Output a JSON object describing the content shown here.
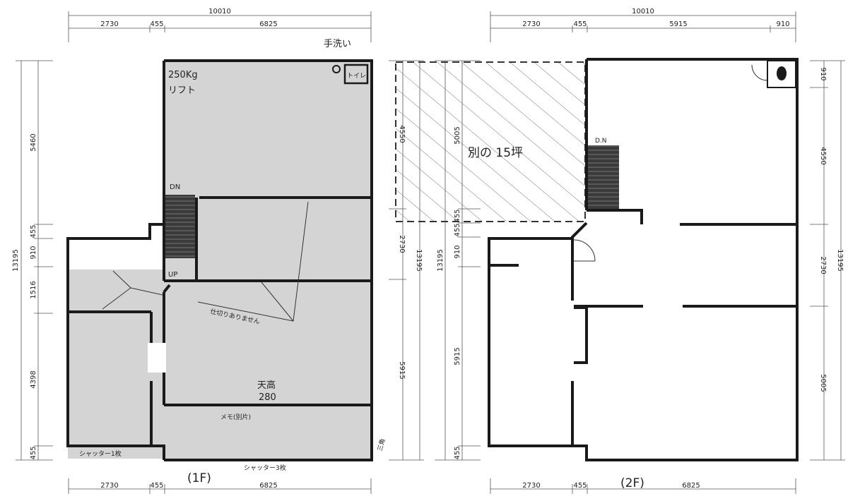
{
  "floor1": {
    "label": "(1F)",
    "dims_top": {
      "total": "10010",
      "a": "2730",
      "b": "455",
      "c": "6825"
    },
    "dims_bottom": {
      "a": "2730",
      "b": "455",
      "c": "6825"
    },
    "dims_left": {
      "total": "13195",
      "a": "5460",
      "b": "455",
      "c": "910",
      "d": "1516",
      "e": "4398",
      "f": "455"
    },
    "dims_right": {
      "a": "4550",
      "b": "2730",
      "c": "5915",
      "total": "13195"
    },
    "notes": {
      "handwash": "手洗い",
      "lift_1": "250Kg",
      "lift_2": "リフト",
      "toilet": "トイレ",
      "dn": "DN",
      "up": "UP",
      "no_partition": "仕切りありません",
      "ceiling_1": "天高",
      "ceiling_2": "280",
      "memo": "メモ(別片)",
      "shutter_1": "シャッター1枚",
      "shutter_2": "シャッター3枚",
      "corner": "三角"
    }
  },
  "floor2": {
    "label": "(2F)",
    "dims_top": {
      "total": "10010",
      "a": "2730",
      "b": "455",
      "c": "5915",
      "d": "910"
    },
    "dims_bottom": {
      "a": "2730",
      "b": "455",
      "c": "6825"
    },
    "dims_left": {
      "a": "5005",
      "b": "455",
      "c": "455",
      "d": "910",
      "total": "13195",
      "e": "5915",
      "f": "455"
    },
    "dims_right": {
      "a": "910",
      "b": "4550",
      "c": "2730",
      "d": "5005",
      "total": "13195"
    },
    "notes": {
      "separate": "別の 15坪",
      "dn": "D.N"
    }
  },
  "colors": {
    "wall": "#1a1a1a",
    "floor_tone": "#d2d2d2",
    "stair": "#444444",
    "line": "#555555"
  }
}
